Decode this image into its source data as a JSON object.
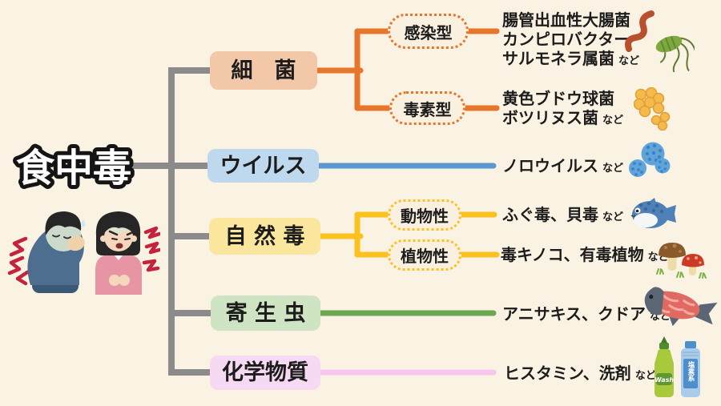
{
  "title": "食中毒",
  "etc_suffix": "など",
  "colors": {
    "background": "#FAF2E2",
    "trunk_gray": "#8B8B8B",
    "text": "#1C1C1C"
  },
  "categories": {
    "bacteria": {
      "label": "細　菌",
      "box_color": "#F3C8A9",
      "line_color": "#E7762B"
    },
    "virus": {
      "label": "ウイルス",
      "box_color": "#BED8EE",
      "line_color": "#5B97D1"
    },
    "natural_toxin": {
      "label": "自 然 毒",
      "box_color": "#FBE69E",
      "line_color": "#FBC11E"
    },
    "parasite": {
      "label": "寄 生 虫",
      "box_color": "#CEE4C2",
      "line_color": "#6BA850"
    },
    "chemical": {
      "label": "化学物質",
      "box_color": "#F6D9F3",
      "line_color": "#F6C6EE"
    }
  },
  "subtypes": {
    "infection": {
      "label": "感染型"
    },
    "toxin": {
      "label": "毒素型"
    },
    "animal": {
      "label": "動物性"
    },
    "plant": {
      "label": "植物性"
    }
  },
  "examples": {
    "infection_lines": [
      "腸管出血性大腸菌",
      "カンピロバクター",
      "サルモネラ属菌"
    ],
    "toxin_lines": [
      "黄色ブドウ球菌",
      "ボツリヌス菌"
    ],
    "virus": "ノロウイルス",
    "animal": "ふぐ毒、貝毒",
    "plant": "毒キノコ、有毒植物",
    "parasite": "アニサキス、クドア",
    "chemical": "ヒスタミン、洗剤"
  },
  "bottle_labels": {
    "green": "Wash",
    "blue": "塩素系"
  },
  "icon_names": [
    "bacteria-icon",
    "staphylococcus-cluster-icon",
    "norovirus-icon",
    "pufferfish-icon",
    "poison-mushrooms-icon",
    "fish-icon",
    "detergent-bottles-icon",
    "sick-people-illustration"
  ]
}
